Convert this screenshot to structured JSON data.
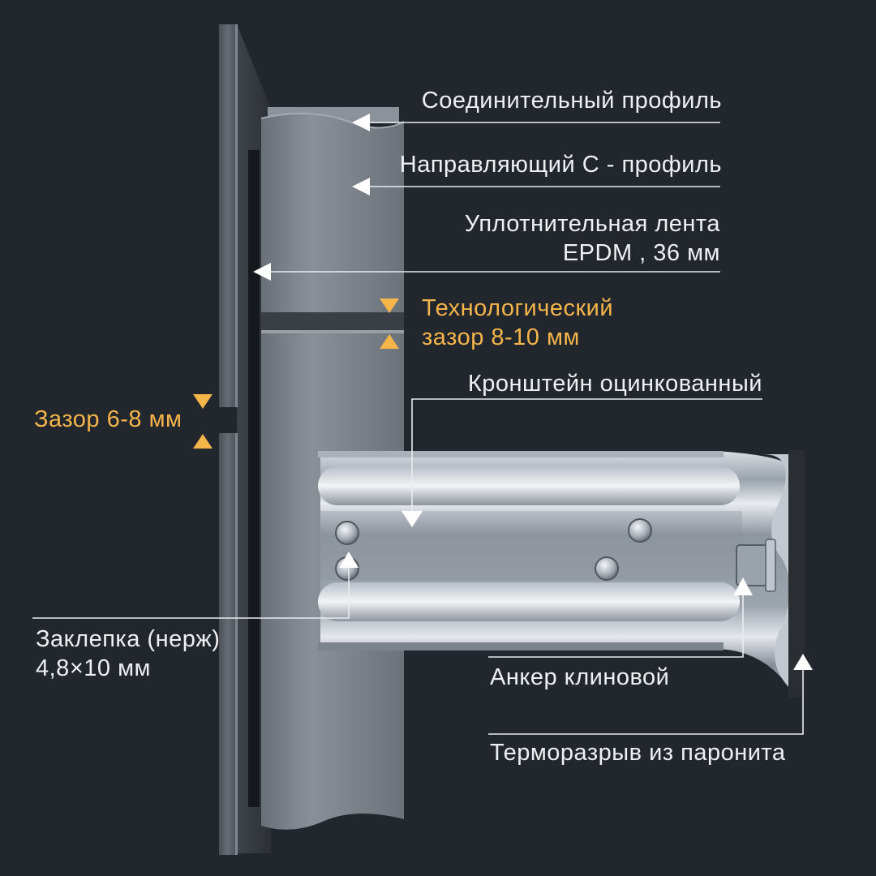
{
  "colors": {
    "background": "#22262d",
    "label": "#eef0f2",
    "accent": "#f5b54a",
    "leader": "#e9ecef",
    "panel": "#5b6169",
    "profile": "#7a8087",
    "bracket": "#b9c0c8"
  },
  "labels": {
    "connecting_profile": "Соединительный профиль",
    "guide_c_profile": "Направляющий С - профиль",
    "sealing_tape": [
      "Уплотнительная лента",
      "EPDM , 36 мм"
    ],
    "tech_gap": [
      "Технологический",
      "зазор 8-10 мм"
    ],
    "bracket": "Кронштейн  оцинкованный",
    "gap": "Зазор 6-8 мм",
    "rivet": [
      "Заклепка (нерж)",
      "4,8×10 мм"
    ],
    "anchor": "Анкер клиновой",
    "thermal_break": "Терморазрыв из паронита"
  }
}
